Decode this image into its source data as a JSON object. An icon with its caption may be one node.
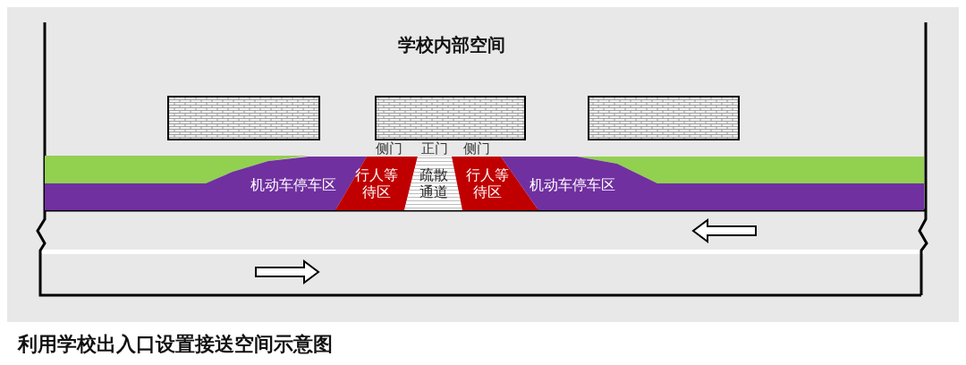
{
  "diagram": {
    "caption": "利用学校出入口设置接送空间示意图",
    "nodes": [
      {
        "text": [
          "机动车停车区"
        ]
      },
      {
        "text": [
          "行人等待区"
        ]
      },
      {
        "text": [
          "疏散通道"
        ]
      },
      {
        "text": [
          "行人等待区"
        ]
      },
      {
        "text": [
          "机动车停车区"
        ]
      }
    ],
    "labels": [
      "学校内部空间",
      "侧门",
      "正门",
      "侧门"
    ]
  }
}
